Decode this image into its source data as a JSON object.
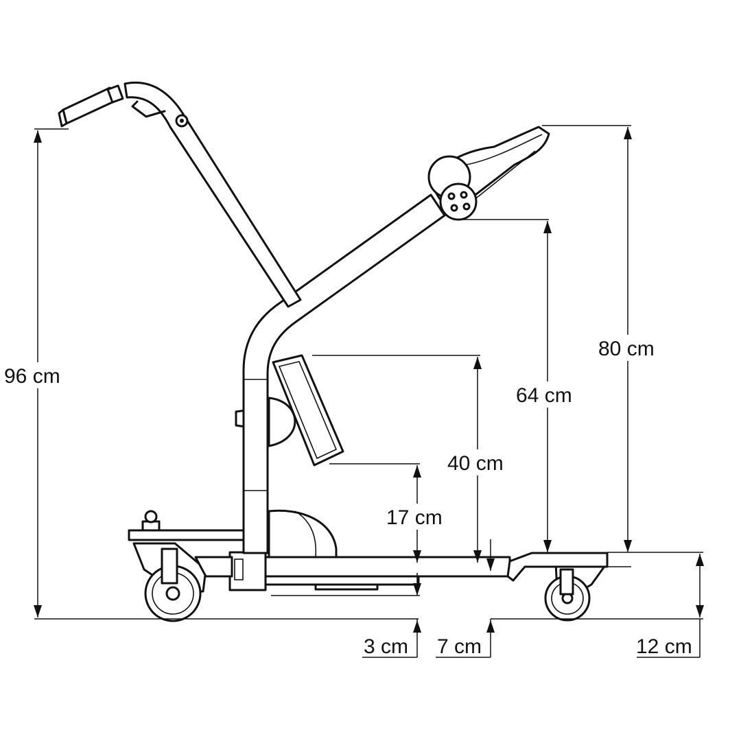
{
  "dimensions": {
    "total_height": "96 cm",
    "knee_pad_height": "80 cm",
    "knee_pad_bottom": "64 cm",
    "shin_pad_top": "40 cm",
    "shin_pad_bottom": "17 cm",
    "ground_clearance": "3 cm",
    "footplate_height": "7 cm",
    "base_height": "12 cm"
  },
  "colors": {
    "line": "#111111",
    "background": "#ffffff"
  }
}
